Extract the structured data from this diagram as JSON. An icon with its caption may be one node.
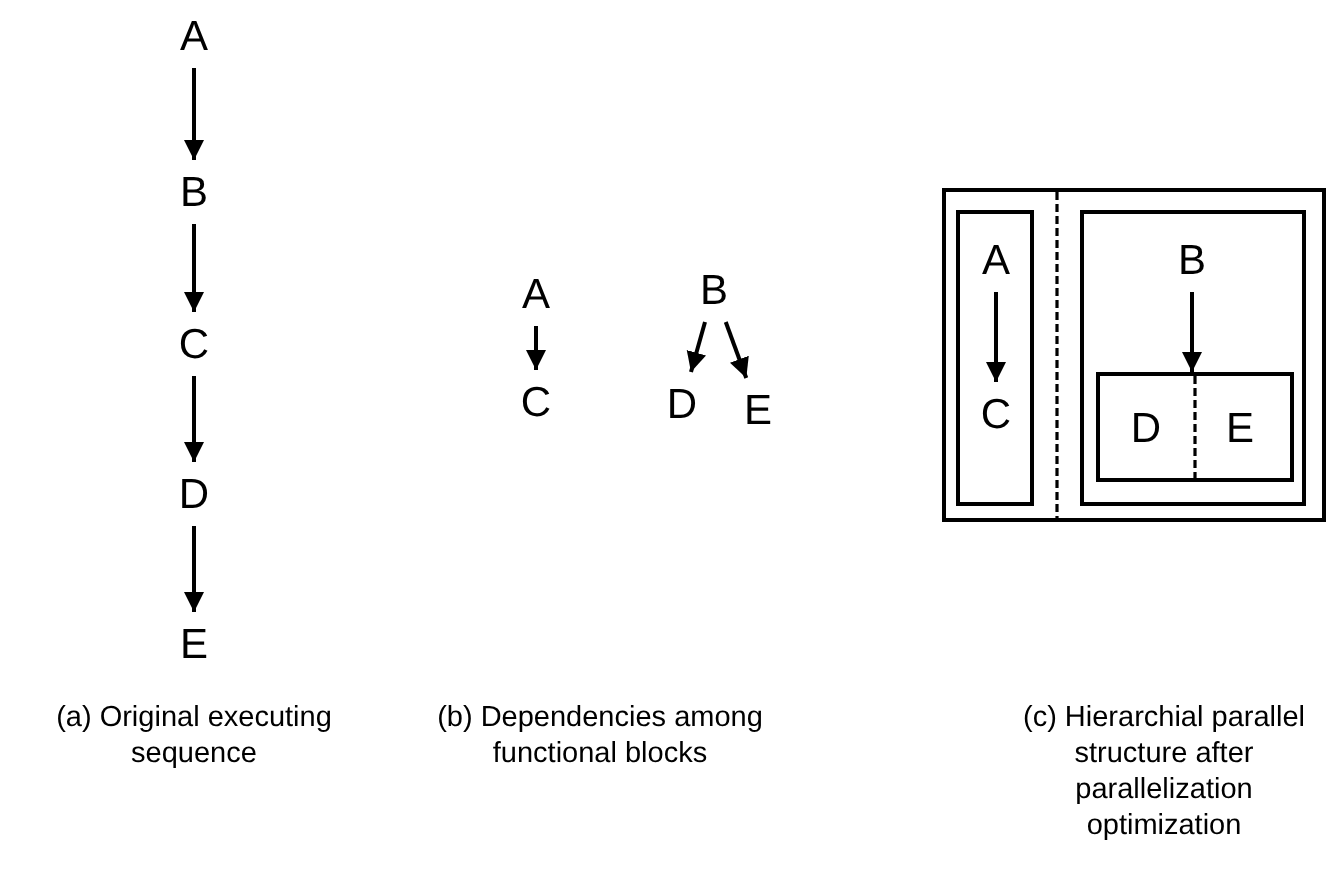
{
  "diagram": {
    "nodes": [
      {
        "text": [
          "A"
        ]
      },
      {
        "text": [
          "B"
        ]
      },
      {
        "text": [
          "C"
        ]
      },
      {
        "text": [
          "D"
        ]
      },
      {
        "text": [
          "E"
        ]
      },
      {
        "text": [
          "A"
        ]
      },
      {
        "text": [
          "C"
        ]
      },
      {
        "text": [
          "B"
        ]
      },
      {
        "text": [
          "D"
        ]
      },
      {
        "text": [
          "E"
        ]
      },
      {
        "text": [],
        "shape": "box"
      },
      {
        "text": [],
        "shape": "box",
        "in": 10
      },
      {
        "text": [
          "A"
        ],
        "in": 11
      },
      {
        "text": [
          "C"
        ],
        "in": 11
      },
      {
        "text": [],
        "shape": "box",
        "in": 10
      },
      {
        "text": [
          "B"
        ],
        "in": 14
      },
      {
        "text": [],
        "shape": "box",
        "in": 14
      },
      {
        "text": [
          "D"
        ],
        "in": 16
      },
      {
        "text": [
          "E"
        ],
        "in": 16
      }
    ],
    "edges": [
      {
        "from": 0,
        "to": 1,
        "arrow": "to"
      },
      {
        "from": 1,
        "to": 2,
        "arrow": "to"
      },
      {
        "from": 2,
        "to": 3,
        "arrow": "to"
      },
      {
        "from": 3,
        "to": 4,
        "arrow": "to"
      },
      {
        "from": 5,
        "to": 6,
        "arrow": "to"
      },
      {
        "from": 7,
        "to": 8,
        "arrow": "to"
      },
      {
        "from": 7,
        "to": 9,
        "arrow": "to"
      },
      {
        "from": 12,
        "to": 13,
        "arrow": "to"
      },
      {
        "from": 15,
        "to": 16,
        "arrow": "to"
      }
    ],
    "labels": [
      "(a) Original executing sequence",
      "(b) Dependencies among functional blocks",
      "(c) Hierarchial parallel structure after parallelization optimization"
    ]
  }
}
